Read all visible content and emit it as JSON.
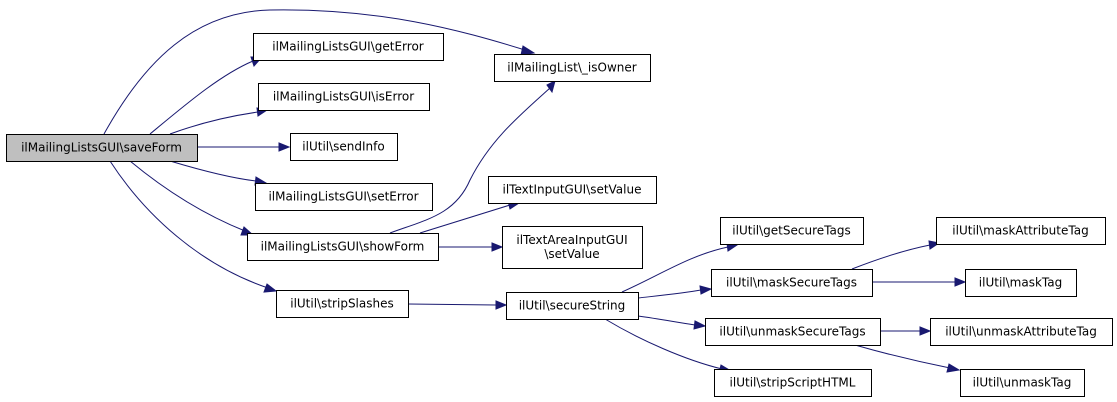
{
  "colors": {
    "edge": "#191970",
    "root_fill": "#bfbfbf",
    "node_fill": "#ffffff",
    "node_stroke": "#000000"
  },
  "nodes": {
    "saveForm": [
      "ilMailingListsGUI\\saveForm"
    ],
    "getError": [
      "ilMailingListsGUI\\getError"
    ],
    "isError": [
      "ilMailingListsGUI\\isError"
    ],
    "sendInfo": [
      "ilUtil\\sendInfo"
    ],
    "setError": [
      "ilMailingListsGUI\\setError"
    ],
    "showForm": [
      "ilMailingListsGUI\\showForm"
    ],
    "stripSlashes": [
      "ilUtil\\stripSlashes"
    ],
    "isOwner": [
      "ilMailingList\\_isOwner"
    ],
    "textSetValue": [
      "ilTextInputGUI\\setValue"
    ],
    "textAreaSetValue": [
      "ilTextAreaInputGUI",
      "\\setValue"
    ],
    "secureString": [
      "ilUtil\\secureString"
    ],
    "getSecureTags": [
      "ilUtil\\getSecureTags"
    ],
    "maskSecureTags": [
      "ilUtil\\maskSecureTags"
    ],
    "unmaskSecureTags": [
      "ilUtil\\unmaskSecureTags"
    ],
    "stripScriptHTML": [
      "ilUtil\\stripScriptHTML"
    ],
    "maskAttributeTag": [
      "ilUtil\\maskAttributeTag"
    ],
    "maskTag": [
      "ilUtil\\maskTag"
    ],
    "unmaskAttributeTag": [
      "ilUtil\\unmaskAttributeTag"
    ],
    "unmaskTag": [
      "ilUtil\\unmaskTag"
    ]
  },
  "edges": [
    [
      "saveForm",
      "isOwner"
    ],
    [
      "saveForm",
      "getError"
    ],
    [
      "saveForm",
      "isError"
    ],
    [
      "saveForm",
      "sendInfo"
    ],
    [
      "saveForm",
      "setError"
    ],
    [
      "saveForm",
      "showForm"
    ],
    [
      "saveForm",
      "stripSlashes"
    ],
    [
      "showForm",
      "isOwner"
    ],
    [
      "showForm",
      "textSetValue"
    ],
    [
      "showForm",
      "textAreaSetValue"
    ],
    [
      "stripSlashes",
      "secureString"
    ],
    [
      "secureString",
      "getSecureTags"
    ],
    [
      "secureString",
      "maskSecureTags"
    ],
    [
      "secureString",
      "unmaskSecureTags"
    ],
    [
      "secureString",
      "stripScriptHTML"
    ],
    [
      "maskSecureTags",
      "maskAttributeTag"
    ],
    [
      "maskSecureTags",
      "maskTag"
    ],
    [
      "unmaskSecureTags",
      "unmaskAttributeTag"
    ],
    [
      "unmaskSecureTags",
      "unmaskTag"
    ]
  ]
}
